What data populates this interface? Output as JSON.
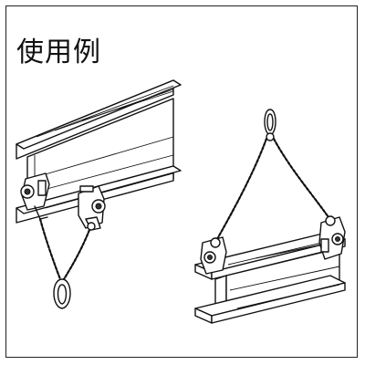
{
  "title": "使用例",
  "illustrations": [
    {
      "id": "left",
      "depicts": "i-beam-with-two-clamps-and-hanging-chain-sling"
    },
    {
      "id": "right",
      "depicts": "i-beam-lifted-by-chain-sling-with-two-clamps"
    }
  ]
}
